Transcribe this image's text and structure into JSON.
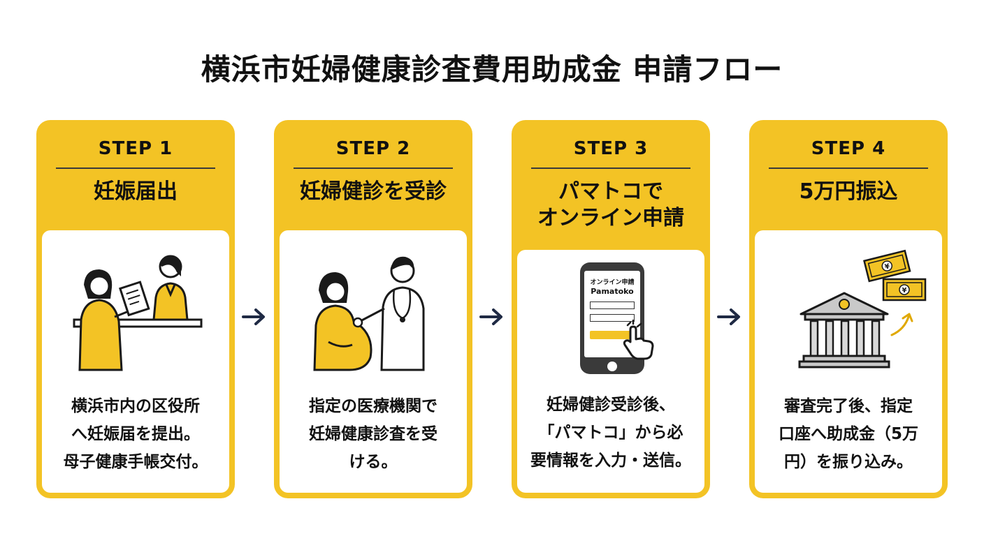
{
  "title": "横浜市妊婦健康診査費用助成金 申請フロー",
  "accent_color": "#f3c325",
  "dark_color": "#1f2a44",
  "steps": [
    {
      "label": "STEP 1",
      "title": "妊娠届出",
      "illustration": "ward-office-counter",
      "description": "横浜市内の区役所\nへ妊娠届を提出。\n母子健康手帳交付。"
    },
    {
      "label": "STEP 2",
      "title": "妊婦健診を受診",
      "illustration": "doctor-examining-pregnant-woman",
      "description": "指定の医療機関で\n妊婦健康診査を受\nける。"
    },
    {
      "label": "STEP 3",
      "title": "パマトコで\nオンライン申請",
      "illustration": "smartphone-online-form",
      "phone_screen": {
        "heading": "オンライン申請",
        "app_name": "Pamatoko"
      },
      "description": "妊婦健診受診後、\n「パマトコ」から必\n要情報を入力・送信。"
    },
    {
      "label": "STEP 4",
      "title": "5万円振込",
      "illustration": "bank-with-yen-bills",
      "description": "審査完了後、指定\n口座へ助成金（5万\n円）を振り込み。"
    }
  ]
}
